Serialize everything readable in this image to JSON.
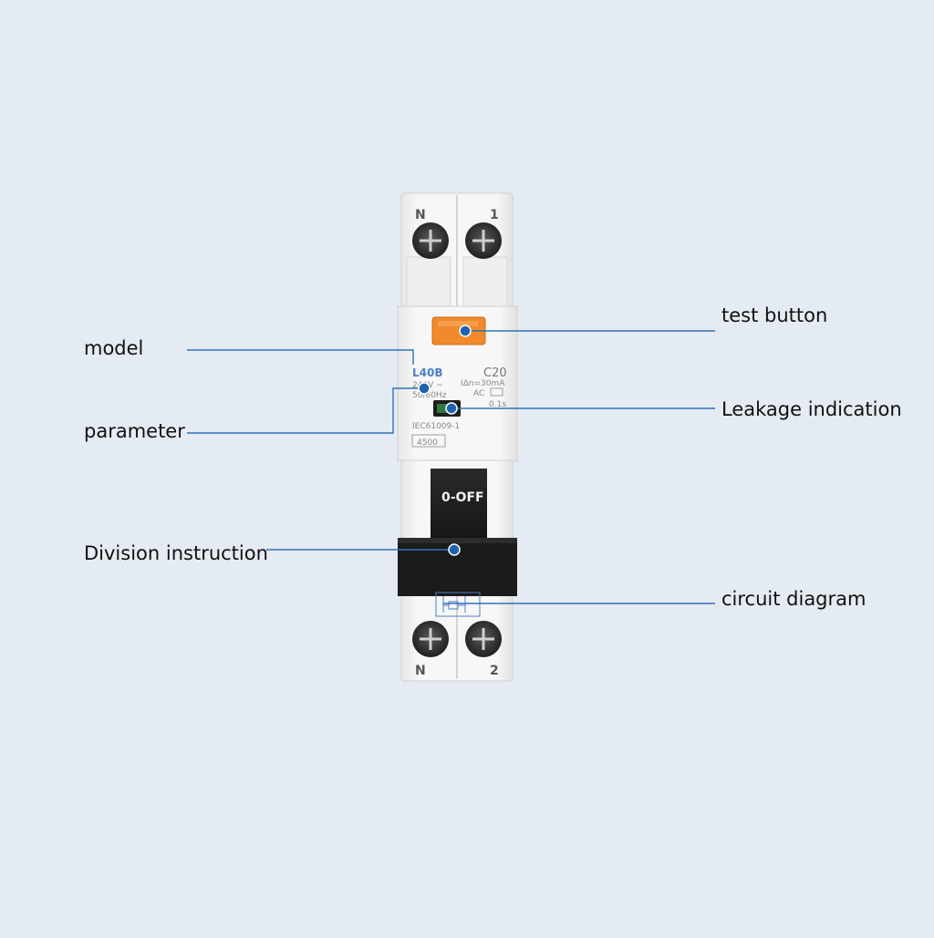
{
  "callouts": {
    "test_button": "test button",
    "model": "model",
    "leakage_indication": "Leakage indication",
    "parameter": "parameter",
    "division_instruction": "Division instruction",
    "circuit_diagram": "circuit diagram"
  },
  "device": {
    "top_terminals": [
      "N",
      "1"
    ],
    "bottom_terminals": [
      "N",
      "2"
    ],
    "model_code": "L40B",
    "rating": "C20",
    "voltage": "240V ~",
    "frequency": "50/60Hz",
    "residual_current": "IΔn=30mA",
    "type": "AC",
    "trip_time": "0.1s",
    "standard": "IEC61009-1",
    "breaking_capacity": "4500",
    "switch_state": "0-OFF"
  },
  "colors": {
    "background": "#e5ebf2",
    "leader_line": "#2f72b8",
    "marker_dot": "#1f63b0",
    "test_button": "#f2892a",
    "body": "#f4f4f4",
    "toggle": "#1f1f1f"
  }
}
